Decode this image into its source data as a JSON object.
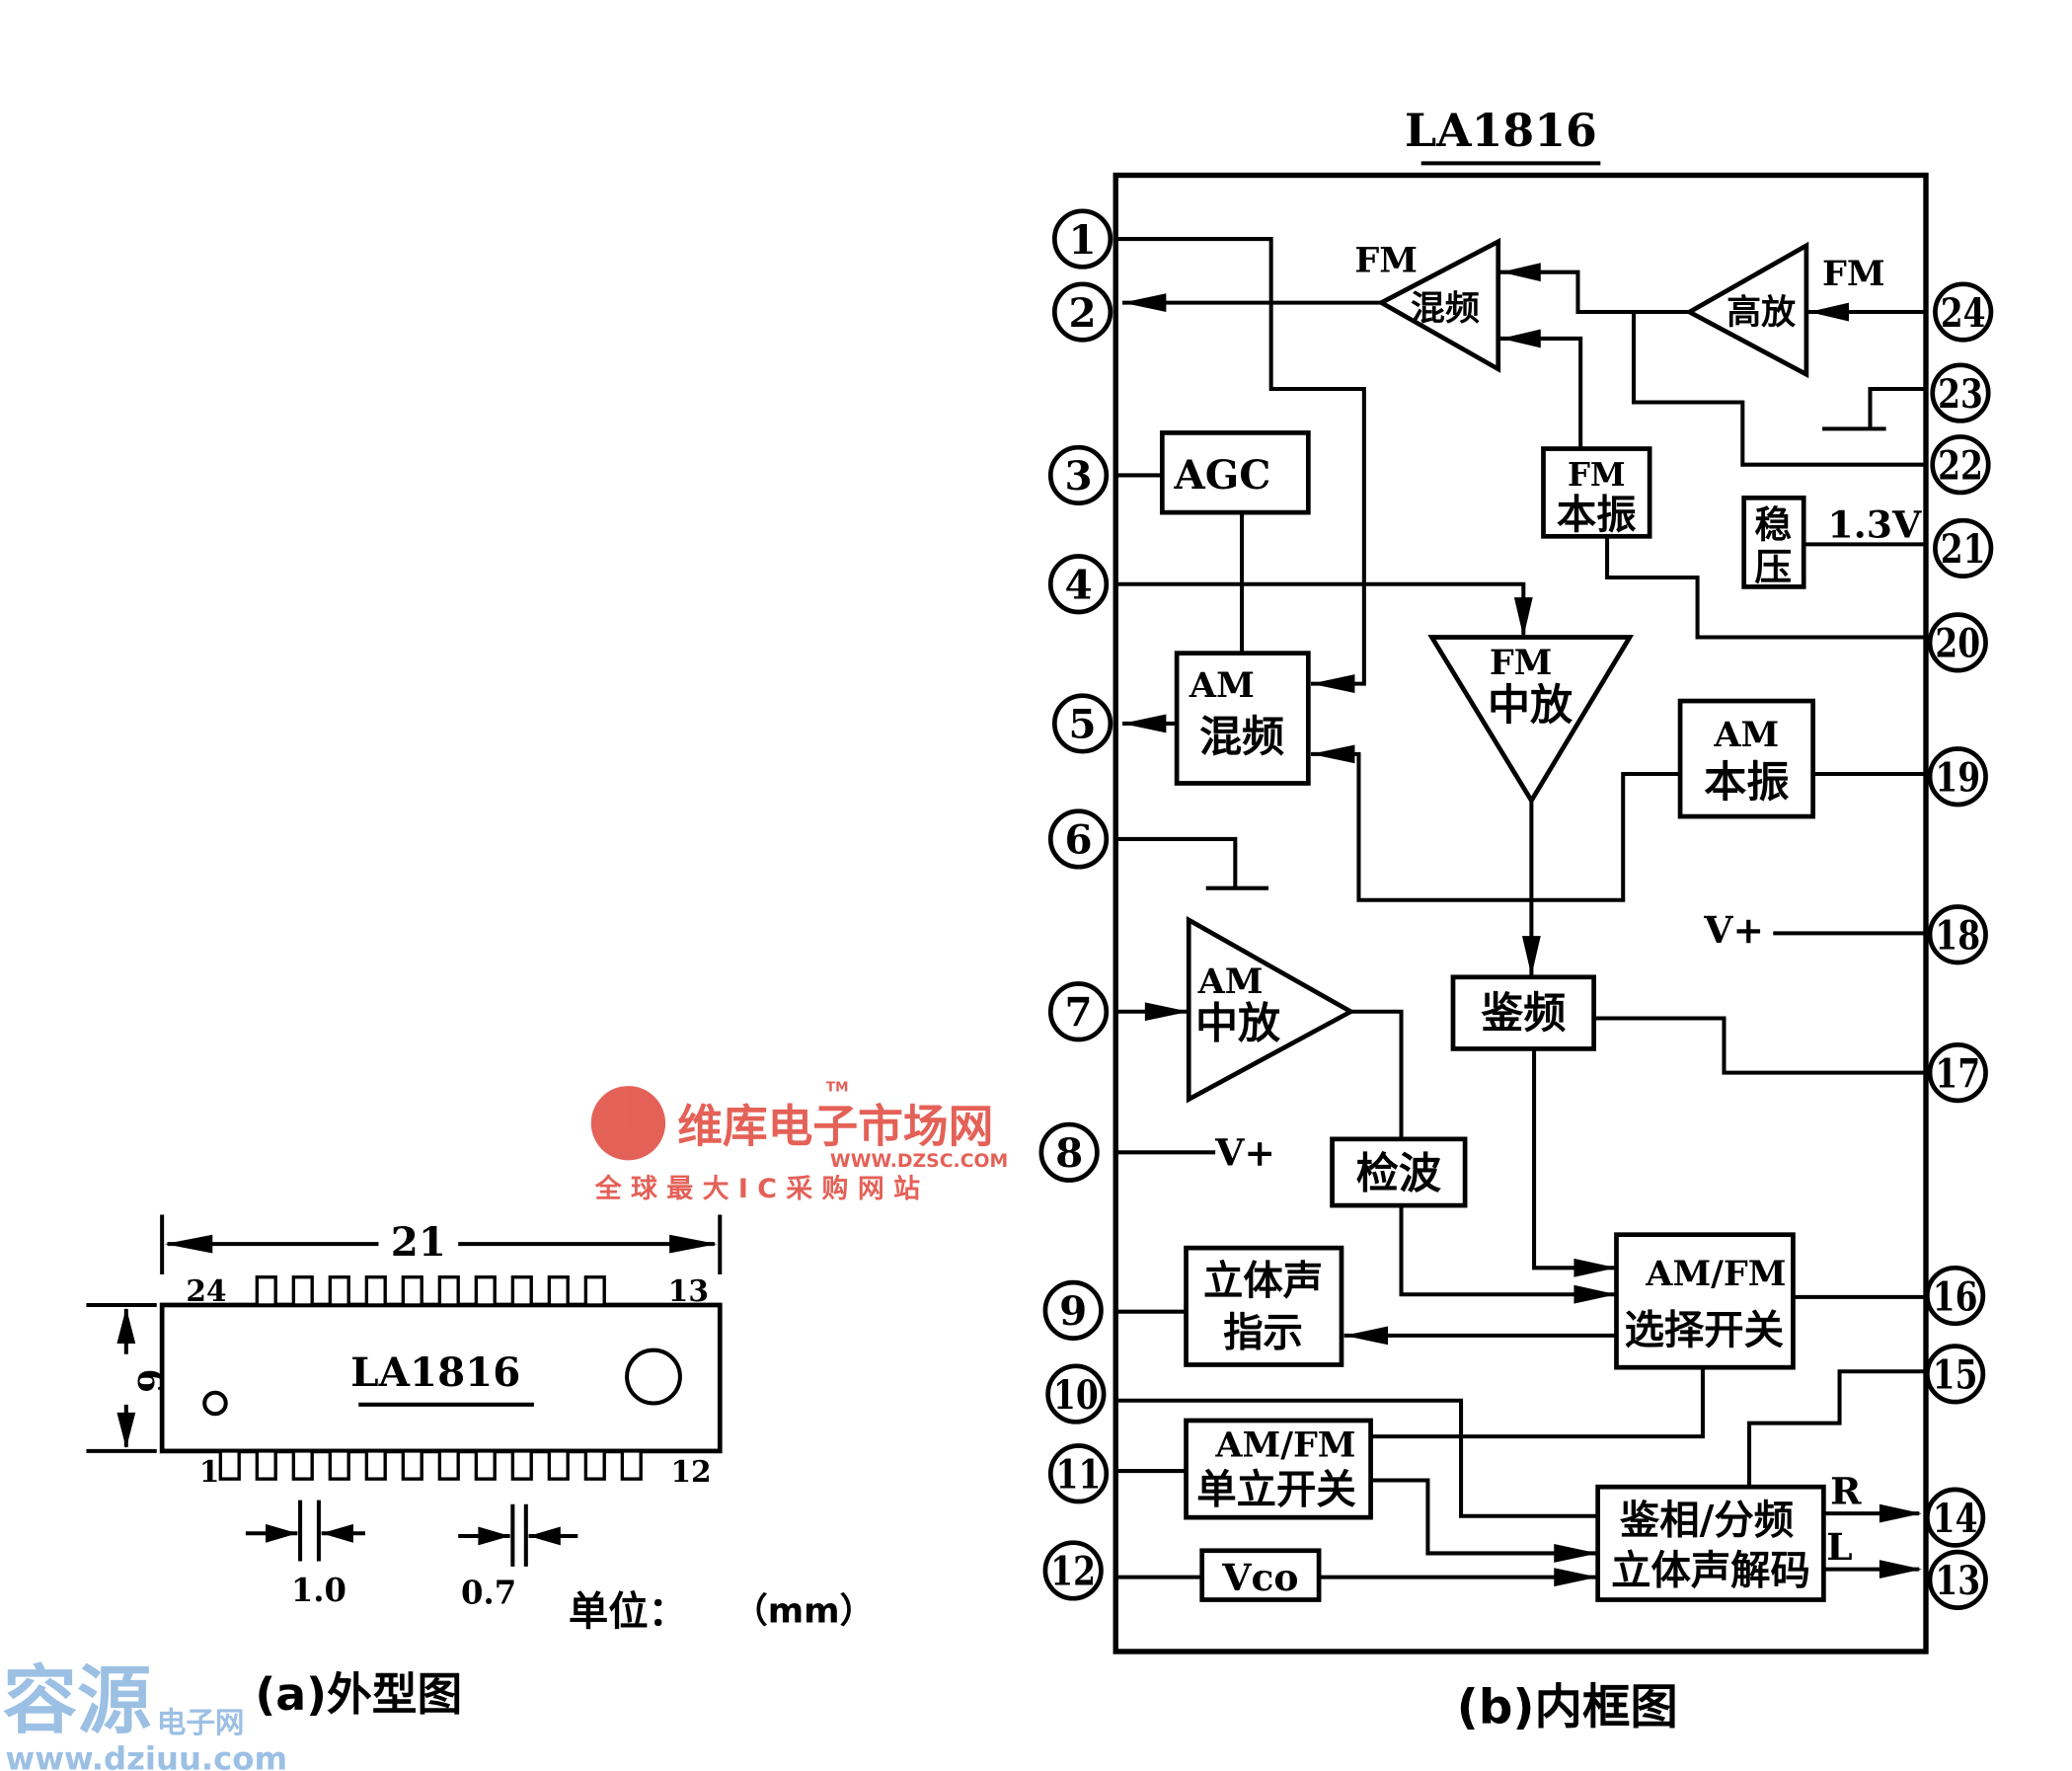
{
  "left_figure": {
    "chip_label": "LA1816",
    "length_dim": "21",
    "width_dim": "6",
    "top_pin_first": "24",
    "top_pin_last": "13",
    "bottom_pin_first": "1",
    "bottom_pin_last": "12",
    "pitch_a": "1.0",
    "pitch_b": "0.7",
    "unit_label": "单位：",
    "unit_value": "（mm）",
    "caption": "(a)外型图"
  },
  "right_figure": {
    "title": "LA1816",
    "caption": "(b)内框图",
    "pins_left": [
      "1",
      "2",
      "3",
      "4",
      "5",
      "6",
      "7",
      "8",
      "9",
      "10",
      "11",
      "12"
    ],
    "pins_right": [
      "24",
      "23",
      "22",
      "21",
      "20",
      "19",
      "18",
      "17",
      "16",
      "15",
      "14",
      "13"
    ],
    "blocks": {
      "fm_mixer": {
        "top": "FM",
        "label": "混频"
      },
      "fm_rf_amp": {
        "top": "FM",
        "label": "高放"
      },
      "agc": "AGC",
      "fm_osc": {
        "l1": "FM",
        "l2": "本振"
      },
      "regulator": {
        "l1": "稳",
        "l2": "压",
        "voltage": "1.3V"
      },
      "am_mixer": {
        "l1": "AM",
        "l2": "混频"
      },
      "fm_if": {
        "l1": "FM",
        "l2": "中放"
      },
      "am_osc": {
        "l1": "AM",
        "l2": "本振"
      },
      "am_if": {
        "l1": "AM",
        "l2": "中放"
      },
      "fm_detector": "鉴频",
      "am_detector": "检波",
      "stereo_indicator": {
        "l1": "立体声",
        "l2": "指示"
      },
      "amfm_select": {
        "l1": "AM/FM",
        "l2": "选择开关"
      },
      "mono_stereo": {
        "l1": "AM/FM",
        "l2": "单立开关"
      },
      "vco": "Vco",
      "decoder": {
        "l1": "鉴相/分频",
        "l2": "立体声解码"
      },
      "vplus_8": "V+",
      "vplus_18": "V+",
      "out_r": "R",
      "out_l": "L"
    }
  },
  "watermarks": {
    "dzsc_name": "维库电子市场网",
    "dzsc_tm": "TM",
    "dzsc_url": "WWW.DZSC.COM",
    "dzsc_slogan": "全 球 最 大 I C 采 购 网 站",
    "dziuu_name": "容源",
    "dziuu_sub": "电子网",
    "dziuu_url": "www.dziuu.com"
  },
  "colors": {
    "ink": "#000000",
    "dzsc_red": "#e0463c",
    "dziuu_blue": "#9cc0e4"
  }
}
